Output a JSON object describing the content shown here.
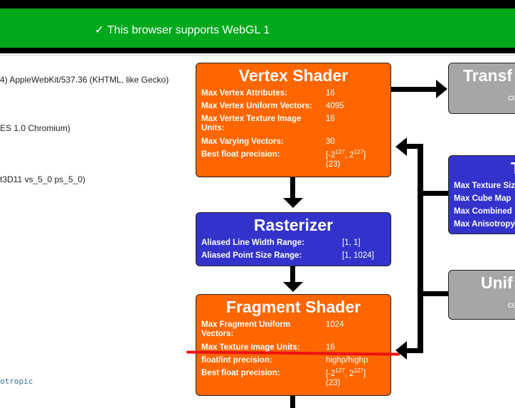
{
  "banner": {
    "message": "✓ This browser supports WebGL 1"
  },
  "left_text": [
    "4) AppleWebKit/537.36 (KHTML, like Gecko)",
    "ES 1.0 Chromium)",
    "t3D11 vs_5_0 ps_5_0)"
  ],
  "left_mono": "otropic",
  "vertex_shader": {
    "title": "Vertex Shader",
    "rows": [
      {
        "label": "Max Vertex Attributes:",
        "value": "16"
      },
      {
        "label": "Max Vertex Uniform Vectors:",
        "value": "4095"
      },
      {
        "label": "Max Vertex Texture Image Units:",
        "value": "16"
      },
      {
        "label": "Max Varying Vectors:",
        "value": "30"
      },
      {
        "label": "Best float precision:",
        "value_parts": [
          "[-2",
          "127",
          ", 2",
          "127",
          "]"
        ],
        "value_extra": "(23)"
      }
    ]
  },
  "rasterizer": {
    "title": "Rasterizer",
    "rows": [
      {
        "label": "Aliased Line Width Range:",
        "value": "[1, 1]"
      },
      {
        "label": "Aliased Point Size Range:",
        "value": "[1, 1024]"
      }
    ]
  },
  "fragment_shader": {
    "title": "Fragment Shader",
    "rows": [
      {
        "label": "Max Fragment Uniform Vectors:",
        "value": "1024"
      },
      {
        "label": "Max Texture Image Units:",
        "value": "16"
      },
      {
        "label": "float/int precision:",
        "value": "highp/highp"
      },
      {
        "label": "Best float precision:",
        "value_parts": [
          "[-2",
          "127",
          ", 2",
          "127",
          "]"
        ],
        "value_extra": "(23)"
      }
    ]
  },
  "transform_box": {
    "title": "Transf",
    "sub": "co"
  },
  "texture_box": {
    "title": "T",
    "rows": [
      "Max Texture Siz",
      "Max Cube Map",
      "Max Combined",
      "Max Anisotropy"
    ]
  },
  "uniform_box": {
    "title": "Unif",
    "sub": "co"
  },
  "colors": {
    "banner": "#00a81b",
    "shader": "#ff6600",
    "raster": "#3333cc",
    "gray": "#a6a6a6",
    "annotation": "#ee1111"
  }
}
